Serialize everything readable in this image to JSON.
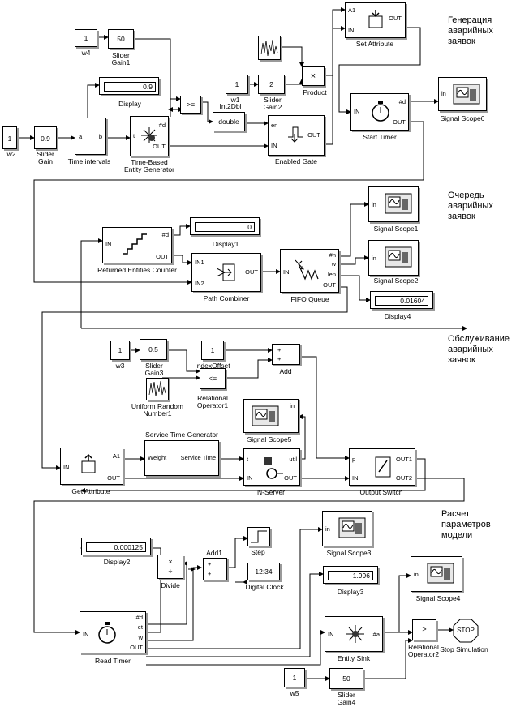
{
  "sections": {
    "generation": [
      "Генерация",
      "аварийных",
      "заявок"
    ],
    "queue": [
      "Очередь",
      "аварийных",
      "заявок"
    ],
    "service": [
      "Обслуживание",
      "аварийных",
      "заявок"
    ],
    "calc": [
      "Расчет",
      "параметров",
      "модели"
    ]
  },
  "blocks": {
    "w4": {
      "value": "1",
      "label": "w4"
    },
    "slider_gain1": {
      "value": "50",
      "label1": "Slider",
      "label2": "Gain1"
    },
    "display": {
      "value": "0.9",
      "label": "Display"
    },
    "w1": {
      "value": "1",
      "label": "w1"
    },
    "int2dbl": {
      "label": "Int2Dbl"
    },
    "slider_gain2": {
      "value": "2",
      "label1": "Slider",
      "label2": "Gain2"
    },
    "product": {
      "label": "Product",
      "glyph": "×"
    },
    "set_attribute": {
      "label": "Set Attribute",
      "in_a1": "A1",
      "in_in": "IN",
      "out": "OUT"
    },
    "w2": {
      "value": "1",
      "label": "w2"
    },
    "slider_gain": {
      "value": "0.9",
      "label1": "Slider",
      "label2": "Gain"
    },
    "time_intervals": {
      "label": "Time intervals",
      "in_a": "a",
      "out_b": "b"
    },
    "tbeg": {
      "label1": "Time-Based",
      "label2": "Entity Generator",
      "in_t": "t",
      "out_d": "#d",
      "out": "OUT"
    },
    "cmp": {
      "glyph": ">="
    },
    "double": {
      "value": "double"
    },
    "enabled_gate": {
      "label": "Enabled Gate",
      "in_en": "en",
      "in_in": "IN",
      "out": "OUT"
    },
    "start_timer": {
      "label": "Start Timer",
      "in_in": "IN",
      "out_d": "#d",
      "out": "OUT"
    },
    "signal_scope6": {
      "label": "Signal Scope6",
      "in": "in"
    },
    "returned_entities_counter": {
      "label": "Returned Entities Counter",
      "in": "IN",
      "out_d": "#d",
      "out": "OUT"
    },
    "display1": {
      "value": "0",
      "label": "Display1"
    },
    "path_combiner": {
      "label": "Path Combiner",
      "in1": "IN1",
      "in2": "IN2",
      "out": "OUT"
    },
    "fifo_queue": {
      "label": "FIFO Queue",
      "in": "IN",
      "out_n": "#n",
      "out_w": "w",
      "out_len": "len",
      "out": "OUT"
    },
    "signal_scope1": {
      "label": "Signal Scope1",
      "in": "in"
    },
    "signal_scope2": {
      "label": "Signal Scope2",
      "in": "in"
    },
    "display4": {
      "value": "0.01604",
      "label": "Display4"
    },
    "w3": {
      "value": "1",
      "label": "w3"
    },
    "slider_gain3": {
      "value": "0.5",
      "label1": "Slider",
      "label2": "Gain3"
    },
    "index_offset": {
      "value": "1",
      "label": "IndexOffset"
    },
    "add": {
      "label": "Add",
      "glyph": "+"
    },
    "relational_operator1": {
      "glyph": "<=",
      "label1": "Relational",
      "label2": "Operator1"
    },
    "uniform_random": {
      "label1": "Uniform Random",
      "label2": "Number1"
    },
    "signal_scope5": {
      "label": "Signal Scope5",
      "in": "in"
    },
    "service_time_generator": {
      "title": "Service Time Generator",
      "in": "Weight",
      "out": "Service Time"
    },
    "get_attribute": {
      "label": "Get Attribute",
      "in": "IN",
      "out_a1": "A1",
      "out": "OUT"
    },
    "n_server": {
      "label": "N-Server",
      "in_t": "t",
      "in_in": "IN",
      "out_util": "util",
      "out": "OUT"
    },
    "output_switch": {
      "label": "Output Switch",
      "in_p": "p",
      "in_in": "IN",
      "out1": "OUT1",
      "out2": "OUT2"
    },
    "display2": {
      "value": "0.000125",
      "label": "Display2"
    },
    "step": {
      "label": "Step"
    },
    "add1": {
      "label": "Add1",
      "glyph": "+"
    },
    "digital_clock": {
      "value": "12:34",
      "label": "Digital Clock"
    },
    "divide": {
      "label": "Divide",
      "glyph1": "×",
      "glyph2": "÷"
    },
    "signal_scope3": {
      "label": "Signal Scope3",
      "in": "in"
    },
    "display3": {
      "value": "1.996",
      "label": "Display3"
    },
    "signal_scope4": {
      "label": "Signal Scope4",
      "in": "in"
    },
    "read_timer": {
      "label": "Read Timer",
      "in": "IN",
      "out_d": "#d",
      "out_et": "et",
      "out_w": "w",
      "out": "OUT"
    },
    "entity_sink": {
      "label": "Entity Sink",
      "in": "IN",
      "out_a": "#a"
    },
    "relational_operator2": {
      "glyph": ">",
      "label1": "Relational",
      "label2": "Operator2"
    },
    "stop_simulation": {
      "value": "STOP",
      "label": "Stop Simulation"
    },
    "w5": {
      "value": "1",
      "label": "w5"
    },
    "slider_gain4": {
      "value": "50",
      "label1": "Slider",
      "label2": "Gain4"
    }
  },
  "colors": {
    "wire": "#000000",
    "shadow": "#9a9a9a",
    "scope_face": "#e8e8e8"
  }
}
